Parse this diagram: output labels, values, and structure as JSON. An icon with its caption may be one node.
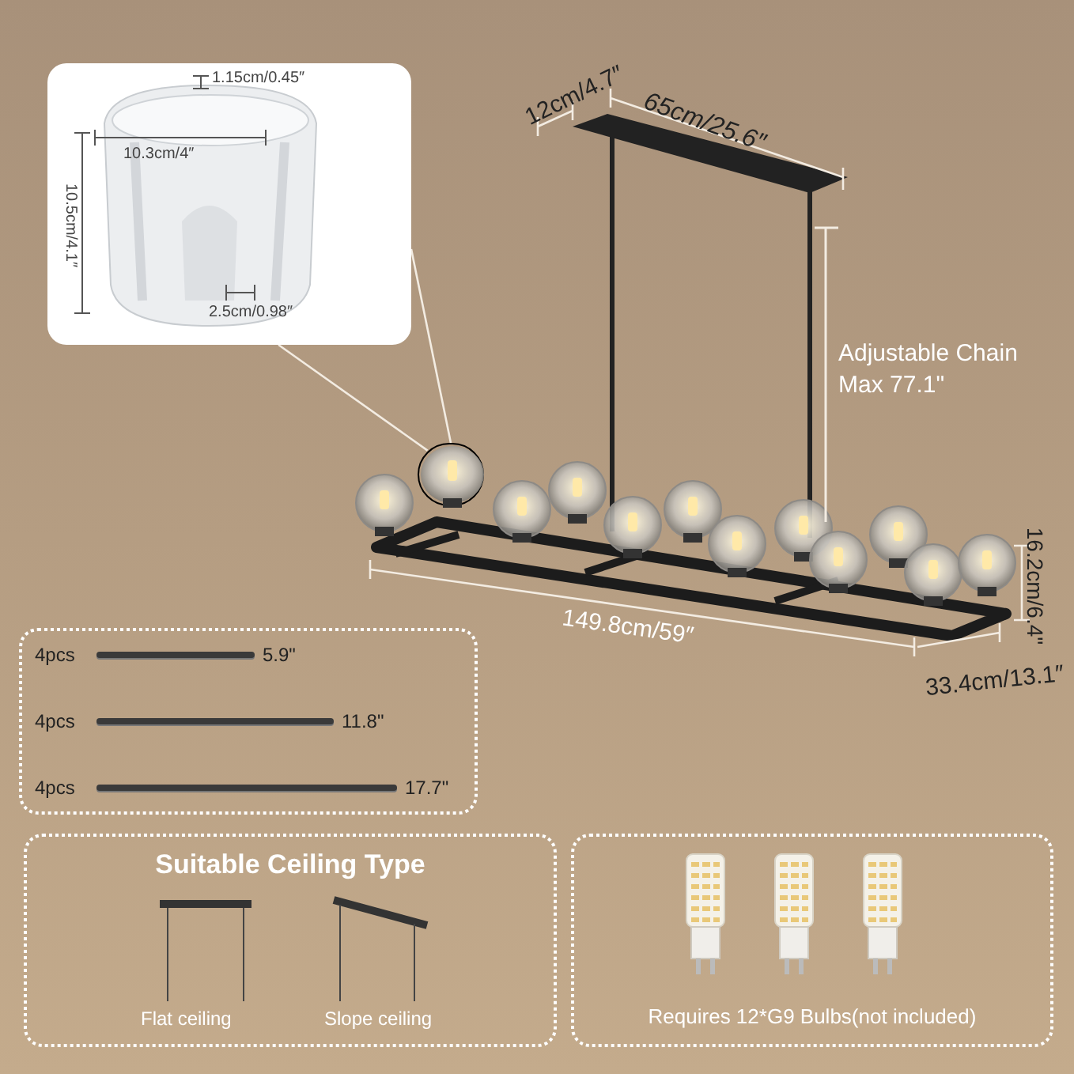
{
  "diagram": {
    "nodes": [
      {
        "text": [],
        "shape": "picture"
      },
      {
        "text": [],
        "shape": "picture"
      },
      {
        "text": [
          "4pcs",
          "5.9\"",
          "4pcs",
          "11.8\"",
          "4pcs",
          "17.7\""
        ]
      },
      {
        "text": [
          "Suitable Ceiling Type",
          "Flat ceiling",
          "Slope ceiling"
        ]
      },
      {
        "text": [
          "Requires 12*G9 Bulbs(not included)"
        ]
      }
    ],
    "edges": [
      {
        "from": 0,
        "to": 1,
        "arrow": "none"
      },
      {
        "from": 0,
        "to": 1,
        "arrow": "none"
      }
    ],
    "labels": [
      "1.15cm/0.45″",
      "10.3cm/4″",
      "10.5cm/4.1″",
      "2.5cm/0.98″",
      "12cm/4.7″",
      "65cm/25.6″",
      "Adjustable Chain Max 77.1\"",
      "149.8cm/59″",
      "16.2cm/6.4\"",
      "33.4cm/13.1″"
    ]
  }
}
